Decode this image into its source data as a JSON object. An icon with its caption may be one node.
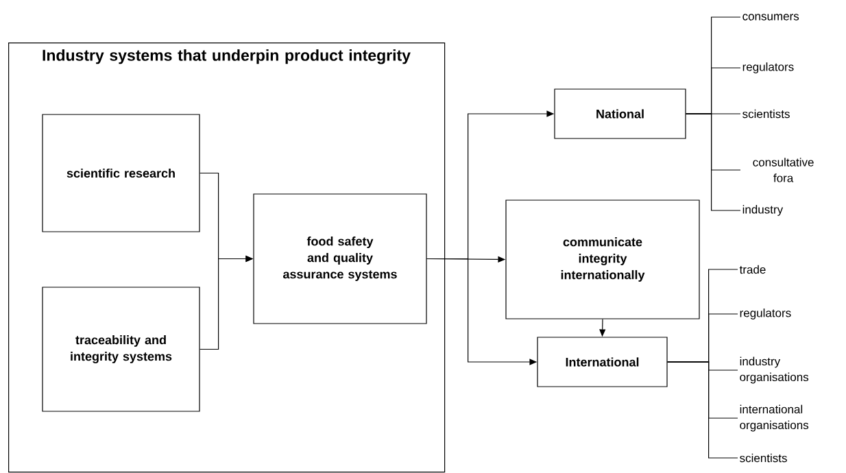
{
  "diagram": {
    "nodes": [
      {
        "text": [
          "Industry systems that underpin product integrity"
        ]
      },
      {
        "text": [
          "scientific research"
        ],
        "in": 0
      },
      {
        "text": [
          "traceability and integrity systems"
        ],
        "in": 0
      },
      {
        "text": [
          "food safety and quality assurance systems"
        ],
        "in": 0
      },
      {
        "text": [
          "National"
        ]
      },
      {
        "text": [
          "communicate integrity internationally"
        ]
      },
      {
        "text": [
          "International"
        ]
      },
      {
        "text": [
          "consumers"
        ]
      },
      {
        "text": [
          "regulators"
        ]
      },
      {
        "text": [
          "scientists"
        ]
      },
      {
        "text": [
          "consultative fora"
        ]
      },
      {
        "text": [
          "industry"
        ]
      },
      {
        "text": [
          "trade"
        ]
      },
      {
        "text": [
          "regulators"
        ]
      },
      {
        "text": [
          "industry organisations"
        ]
      },
      {
        "text": [
          "international organisations"
        ]
      },
      {
        "text": [
          "scientists"
        ]
      }
    ],
    "edges": [
      {
        "from": 1,
        "to": 3,
        "arrow": "to"
      },
      {
        "from": 2,
        "to": 3,
        "arrow": "to"
      },
      {
        "from": 3,
        "to": 4,
        "arrow": "to"
      },
      {
        "from": 3,
        "to": 5,
        "arrow": "to"
      },
      {
        "from": 3,
        "to": 6,
        "arrow": "to"
      },
      {
        "from": 5,
        "to": 6,
        "arrow": "to"
      },
      {
        "from": 4,
        "to": 7,
        "arrow": "none"
      },
      {
        "from": 4,
        "to": 8,
        "arrow": "none"
      },
      {
        "from": 4,
        "to": 9,
        "arrow": "none"
      },
      {
        "from": 4,
        "to": 10,
        "arrow": "none"
      },
      {
        "from": 4,
        "to": 11,
        "arrow": "none"
      },
      {
        "from": 6,
        "to": 12,
        "arrow": "none"
      },
      {
        "from": 6,
        "to": 13,
        "arrow": "none"
      },
      {
        "from": 6,
        "to": 14,
        "arrow": "none"
      },
      {
        "from": 6,
        "to": 15,
        "arrow": "none"
      },
      {
        "from": 6,
        "to": 16,
        "arrow": "none"
      }
    ]
  }
}
